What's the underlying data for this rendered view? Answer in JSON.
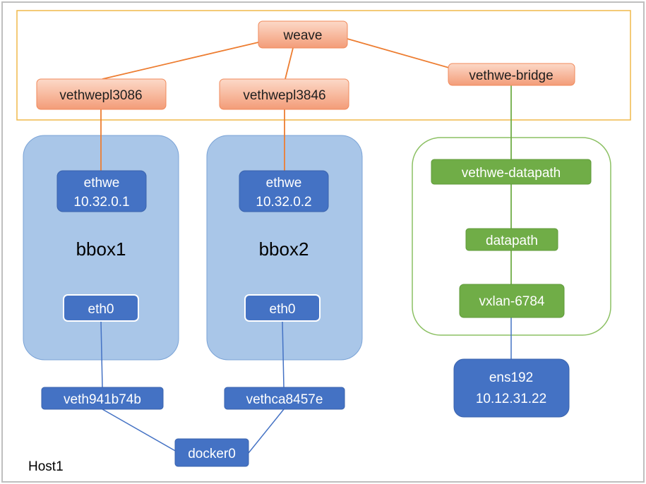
{
  "diagram": {
    "host_label": "Host1",
    "nodes": {
      "weave": "weave",
      "vethwepl3086": "vethwepl3086",
      "vethwepl3846": "vethwepl3846",
      "vethwe_bridge": "vethwe-bridge",
      "bbox1": "bbox1",
      "bbox2": "bbox2",
      "ethwe1": {
        "name": "ethwe",
        "ip": "10.32.0.1"
      },
      "ethwe2": {
        "name": "ethwe",
        "ip": "10.32.0.2"
      },
      "eth0_1": "eth0",
      "eth0_2": "eth0",
      "vethwe_datapath": "vethwe-datapath",
      "datapath": "datapath",
      "vxlan": "vxlan-6784",
      "ens192": {
        "name": "ens192",
        "ip": "10.12.31.22"
      },
      "veth941b74b": "veth941b74b",
      "vethca8457e": "vethca8457e",
      "docker0": "docker0"
    },
    "colors": {
      "host_border": "#bfbfbf",
      "weave_frame": "#f0b94a",
      "orange_fill_top": "#fbd4c2",
      "orange_fill_bottom": "#f4a180",
      "orange_stroke": "#f08a5b",
      "orange_line": "#ed7d31",
      "container_fill": "#a9c6e8",
      "container_stroke": "#7aa3d6",
      "blue_node": "#4472c4",
      "blue_line": "#4472c4",
      "green_node": "#70ad47",
      "green_frame": "#8cc063",
      "node_text_dark": "#1f1f1f",
      "node_text_light": "#ffffff"
    }
  }
}
